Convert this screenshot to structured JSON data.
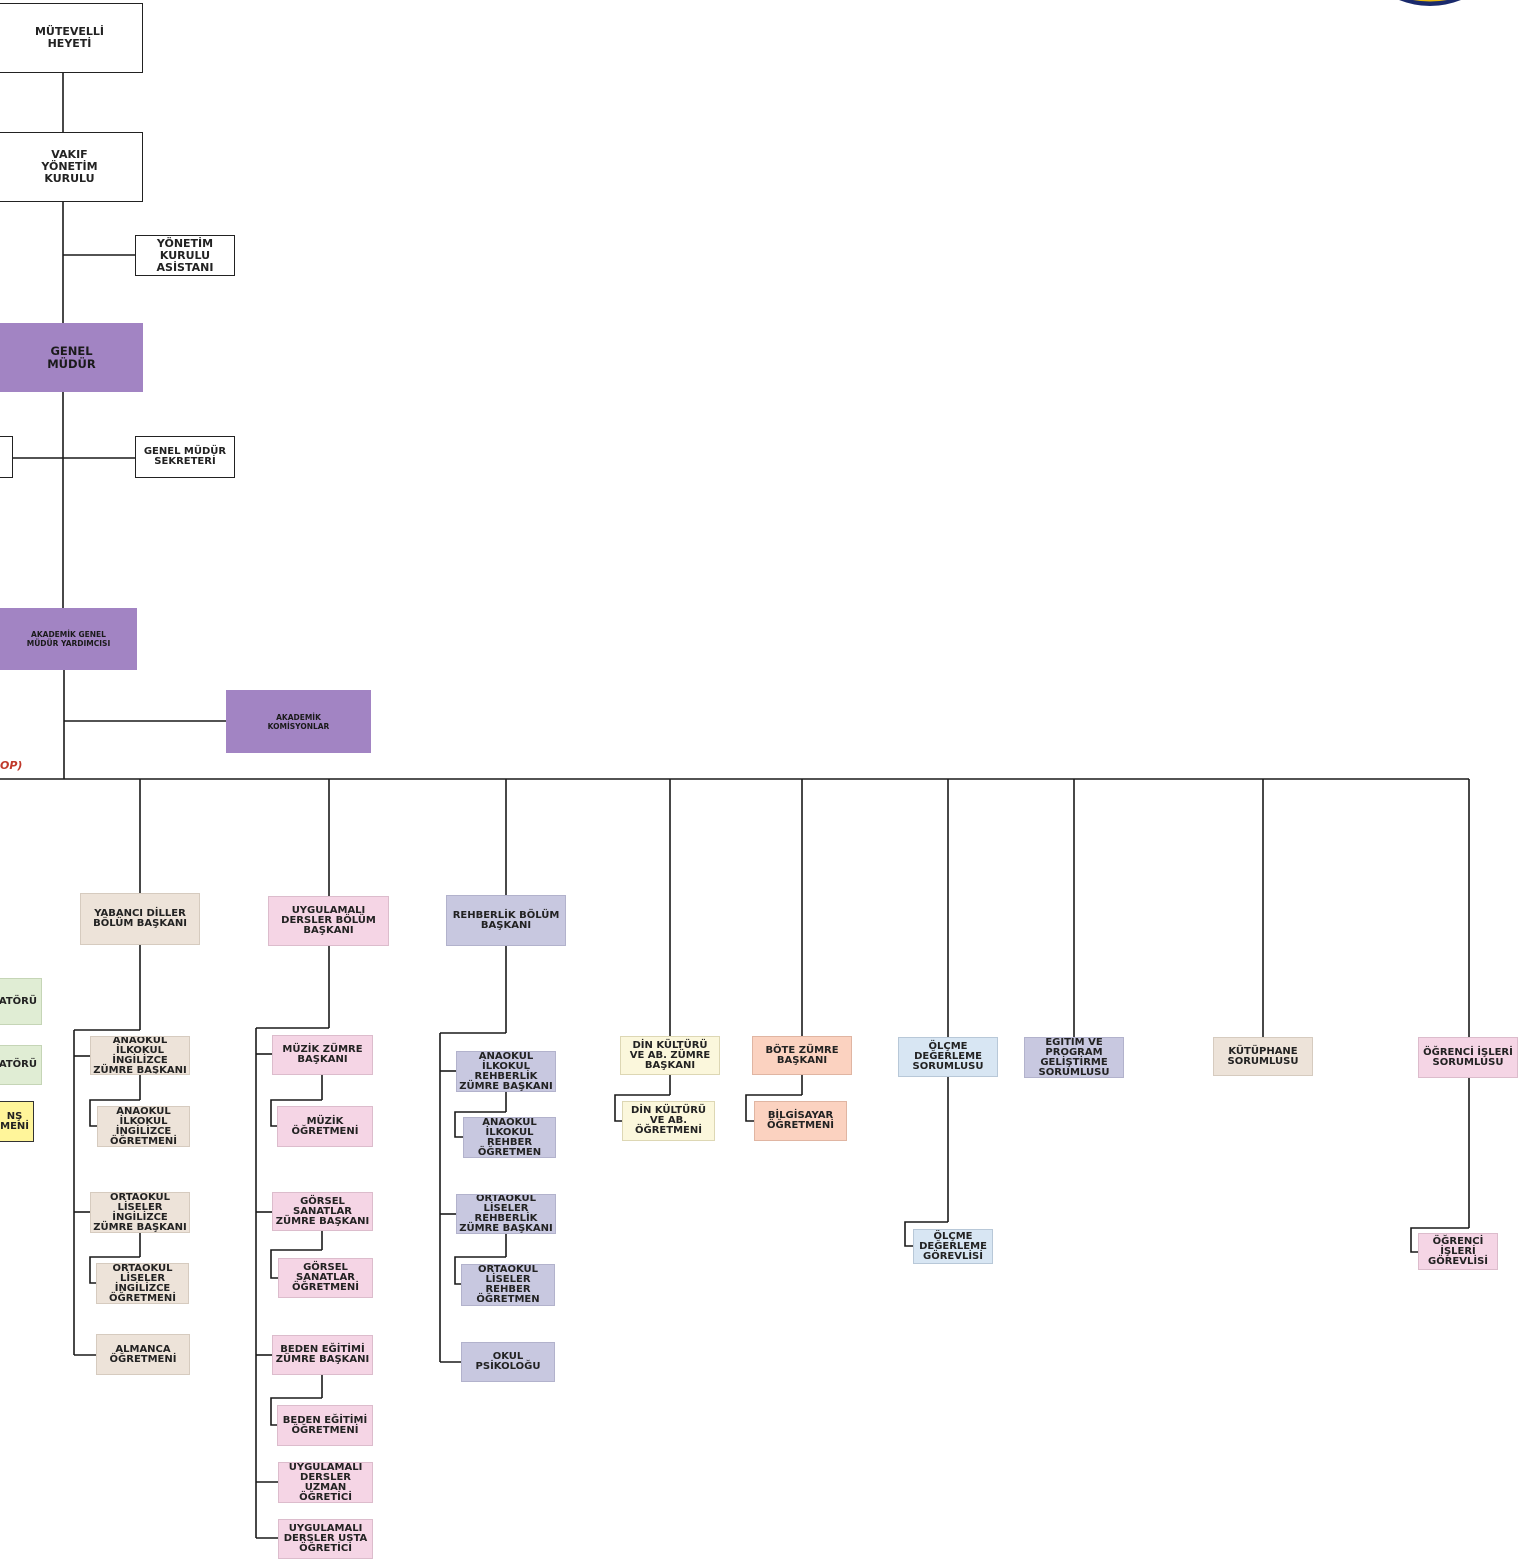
{
  "nodes": {
    "mutevelli": "MÜTEVELLİ\nHEYETİ",
    "vakif": "VAKIF\nYÖNETİM\nKURULU",
    "yk_asistani": "YÖNETİM\nKURULU\nASİSTANI",
    "genel_mudur": "GENEL\nMÜDÜR",
    "gm_sekreteri": "GENEL MÜDÜR\nSEKRETERİ",
    "akademik_gmy": "AKADEMİK GENEL\nMÜDÜR YARDIMCISI",
    "akademik_komisyonlar": "AKADEMİK\nKOMİSYONLAR",
    "yabanci_diller": "YABANCI DİLLER\nBÖLÜM BAŞKANI",
    "uygulamali_bolum": "UYGULAMALI\nDERSLER BÖLÜM\nBAŞKANI",
    "rehberlik_bolum": "REHBERLİK BÖLÜM\nBAŞKANI",
    "din_zumre": "DİN KÜLTÜRÜ\nVE AB. ZÜMRE\nBAŞKANI",
    "din_ogretmeni": "DİN KÜLTÜRÜ\nVE AB.\nÖĞRETMENİ",
    "bote_zumre": "BÖTE ZÜMRE\nBAŞKANI",
    "bilgisayar_ogretmeni": "BİLGİSAYAR\nÖĞRETMENİ",
    "olcme_sorumlusu": "ÖLÇME\nDEĞERLEME\nSORUMLUSU",
    "olcme_gorevlisi": "ÖLÇME\nDEĞERLEME\nGÖREVLİSİ",
    "egitim_program": "EĞİTİM VE\nPROGRAM\nGELİŞTİRME\nSORUMLUSU",
    "kutuphane": "KÜTÜPHANE\nSORUMLUSU",
    "ogrenci_isleri_sorumlusu": "ÖĞRENCİ İŞLERİ\nSORUMLUSU",
    "ogrenci_isleri_gorevlisi": "ÖĞRENCİ\nİŞLERİ\nGÖREVLİSİ",
    "ana_ilk_ing_zumre": "ANAOKUL\nİLKOKUL\nİNGİLİZCE\nZÜMRE BAŞKANI",
    "ana_ilk_ing_ogretmeni": "ANAOKUL\nİLKOKUL\nİNGİLİZCE\nÖĞRETMENİ",
    "orta_lise_ing_zumre": "ORTAOKUL\nLİSELER\nİNGİLİZCE\nZÜMRE BAŞKANI",
    "orta_lise_ing_ogretmeni": "ORTAOKUL\nLİSELER\nİNGİLİZCE\nÖĞRETMENİ",
    "almanca_ogretmeni": "ALMANCA\nÖĞRETMENİ",
    "muzik_zumre": "MÜZİK ZÜMRE\nBAŞKANI",
    "muzik_ogretmeni": "MÜZİK\nÖĞRETMENİ",
    "gorsel_zumre": "GÖRSEL\nSANATLAR\nZÜMRE BAŞKANI",
    "gorsel_ogretmeni": "GÖRSEL\nSANATLAR\nÖĞRETMENİ",
    "beden_zumre": "BEDEN EĞİTİMİ\nZÜMRE BAŞKANI",
    "beden_ogretmeni": "BEDEN EĞİTİMİ\nÖĞRETMENİ",
    "uyg_uzman": "UYGULAMALI\nDERSLER\nUZMAN\nÖĞRETİCİ",
    "uyg_usta": "UYGULAMALI\nDERSLER USTA\nÖĞRETİCİ",
    "ana_ilk_reh_zumre": "ANAOKUL\nİLKOKUL\nREHBERLİK\nZÜMRE BAŞKANI",
    "ana_ilk_reh_ogretmen": "ANAOKUL\nİLKOKUL\nREHBER\nÖĞRETMEN",
    "orta_lise_reh_zumre": "ORTAOKUL\nLİSELER\nREHBERLİK\nZÜMRE BAŞKANI",
    "orta_lise_reh_ogretmen": "ORTAOKUL\nLİSELER\nREHBER\nÖĞRETMEN",
    "okul_psikologu": "OKUL\nPSİKOLOĞU",
    "partial_atoru_1": "ATÖRÜ",
    "partial_atoru_2": "ATÖRÜ",
    "partial_yellow": "NŞ\nMENİ"
  },
  "notes": {
    "partial_red": "OP)"
  },
  "colors": {
    "purple": "#a284c3",
    "beige": "#ede3d9",
    "pink": "#f5d5e5",
    "lavender": "#c8c8e0",
    "cream": "#fbf7dc",
    "salmon": "#fbd2c0",
    "light_blue": "#d8e6f3",
    "light_green": "#e0edd4",
    "yellow": "#fff59a",
    "note_red": "#c0392b"
  }
}
